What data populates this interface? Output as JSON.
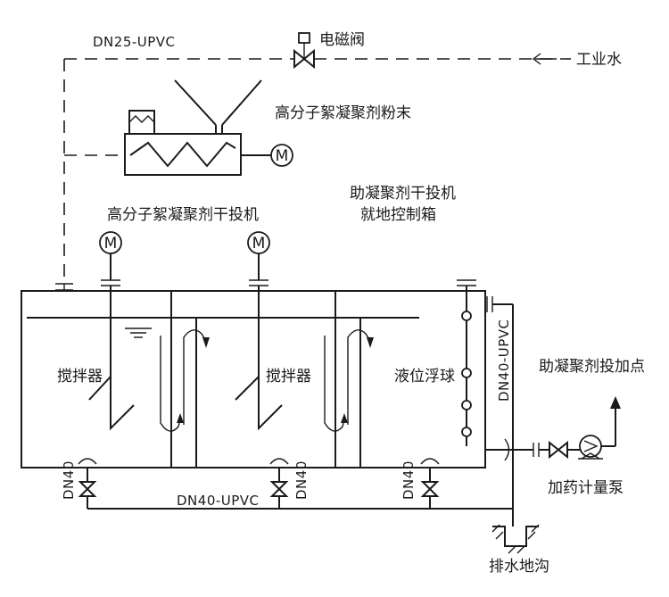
{
  "labels": {
    "dn25_upvc": "DN25-UPVC",
    "solenoid_valve": "电磁阀",
    "industrial_water": "工业水",
    "polymer_powder": "高分子絮凝聚剂粉末",
    "polymer_feeder": "高分子絮凝聚剂干投机",
    "control_box_line1": "助凝聚剂干投机",
    "control_box_line2": "就地控制箱",
    "mixer": "搅拌器",
    "level_float": "液位浮球",
    "dn40_upvc_vertical": "DN40-UPVC",
    "dosing_point": "助凝聚剂投加点",
    "dn40": "DN40",
    "dn40_upvc_bottom": "DN40-UPVC",
    "metering_pump": "加药计量泵",
    "drain_ditch": "排水地沟"
  },
  "symbols": {
    "motor": "M"
  }
}
